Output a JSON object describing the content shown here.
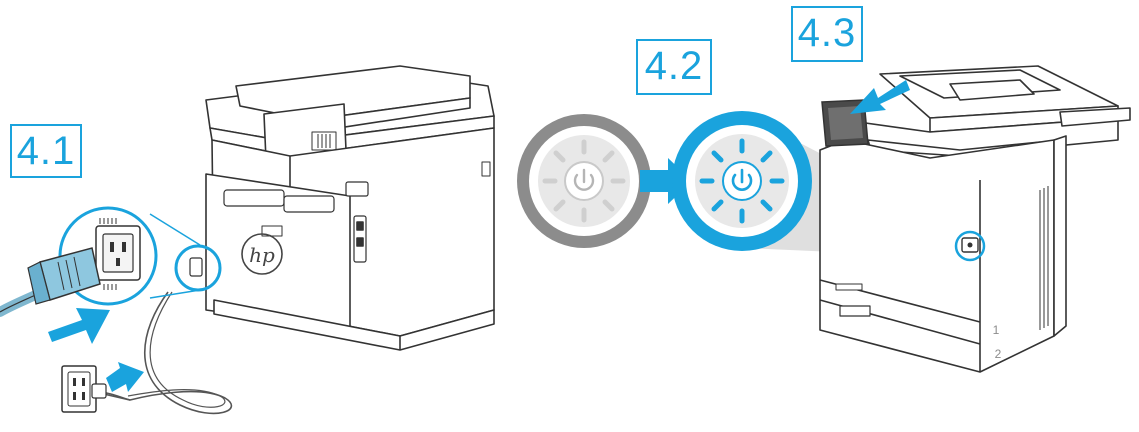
{
  "steps": {
    "step1": "4.1",
    "step2": "4.2",
    "step3": "4.3"
  },
  "printer_rear": {
    "brand": "hp"
  },
  "tray_labels": {
    "tray1": "1",
    "tray2": "2"
  },
  "icons": {
    "power": "power-icon",
    "arrow": "arrow-icon",
    "plug": "power-plug-icon",
    "outlet": "wall-outlet-icon"
  },
  "colors": {
    "accent": "#1aa3dd",
    "gray": "#8c8c8c",
    "light_gray": "#e0e0e0",
    "line": "#333333"
  }
}
